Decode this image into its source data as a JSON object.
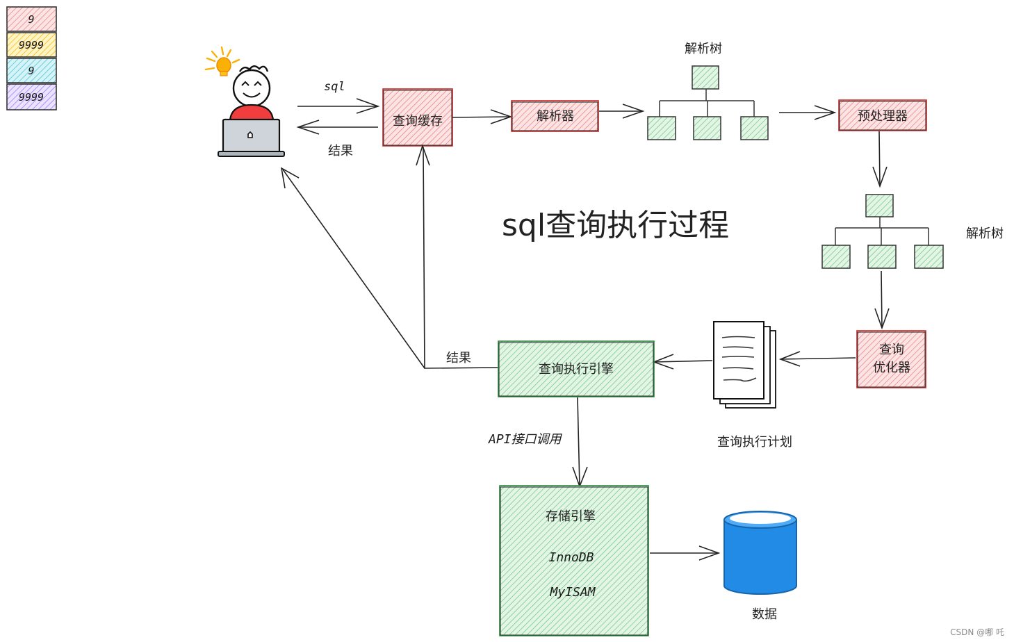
{
  "title": "sql查询执行过程",
  "legend": [
    {
      "text": "9",
      "fill": "#ffc9c9",
      "stroke": "#e03131"
    },
    {
      "text": "9999",
      "fill": "#ffec99",
      "stroke": "#f08c00"
    },
    {
      "text": "9",
      "fill": "#99e9f2",
      "stroke": "#0c8599"
    },
    {
      "text": "9999",
      "fill": "#d0bfff",
      "stroke": "#6741d9"
    }
  ],
  "nodes": {
    "query_cache": "查询缓存",
    "parser": "解析器",
    "preprocessor": "预处理器",
    "optimizer_line1": "查询",
    "optimizer_line2": "优化器",
    "executor": "查询执行引擎",
    "storage_title": "存储引擎",
    "engine_innodb": "InnoDB",
    "engine_myisam": "MyISAM",
    "data": "数据"
  },
  "labels": {
    "sql": "sql",
    "result_top": "结果",
    "result_bottom": "结果",
    "parse_tree_1": "解析树",
    "parse_tree_2": "解析树",
    "plan": "查询执行计划",
    "api_call": "API接口调用"
  },
  "colors": {
    "red_fill": "#f4a9a9",
    "red_stroke": "#c92a2a",
    "green_fill": "#a8e0b3",
    "green_stroke": "#2b8a3e",
    "db_blue": "#228be6",
    "person_red": "#f03e3e",
    "bulb": "#fab005"
  },
  "watermark": "CSDN @哪 吒"
}
